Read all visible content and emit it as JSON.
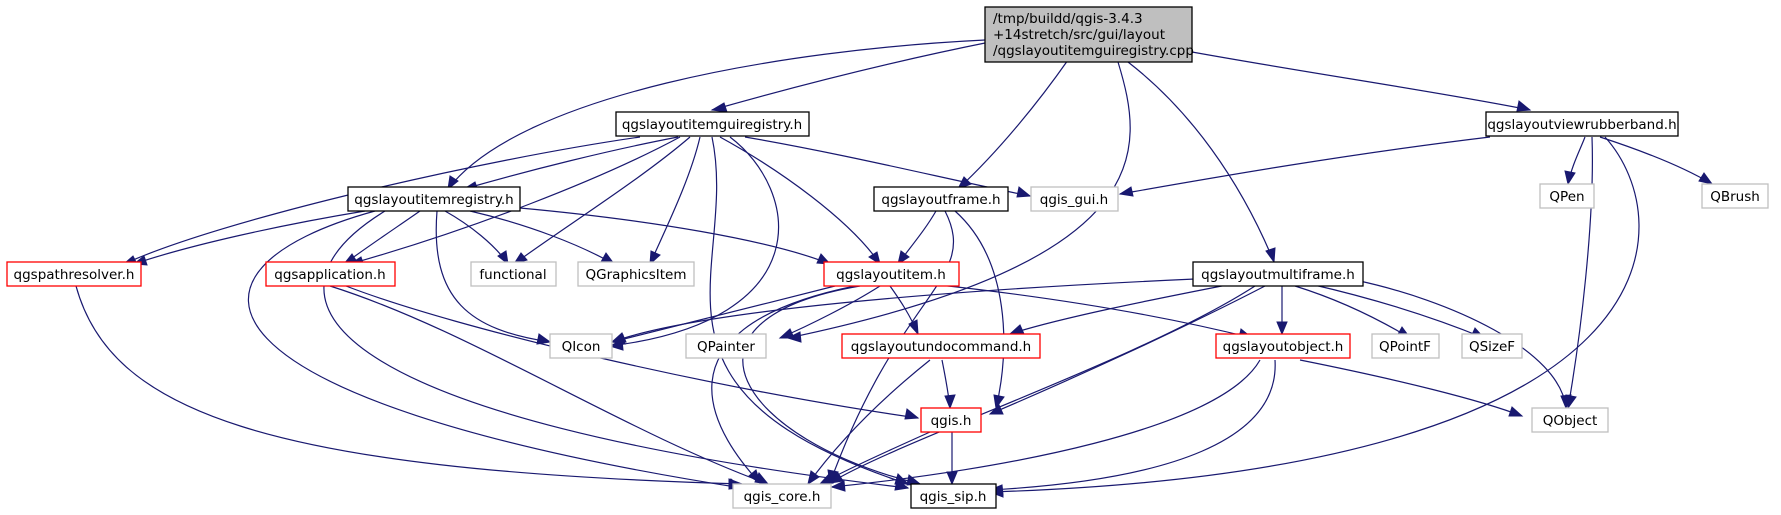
{
  "colors": {
    "edge": "#191970",
    "root_fill": "#bfbfbf",
    "documented_border": "#000000",
    "has_children_border": "#ff0000",
    "external_border": "#bfbfbf"
  },
  "root": {
    "lines": [
      "/tmp/buildd/qgis-3.4.3",
      "+14stretch/src/gui/layout",
      "/qgslayoutitemguiregistry.cpp"
    ]
  },
  "nodes": {
    "n_guireg_h": "qgslayoutitemguiregistry.h",
    "n_rubberband": "qgslayoutviewrubberband.h",
    "n_itemreg": "qgslayoutitemregistry.h",
    "n_frame": "qgslayoutframe.h",
    "n_gui": "qgis_gui.h",
    "n_qpen": "QPen",
    "n_qbrush": "QBrush",
    "n_pathres": "qgspathresolver.h",
    "n_app": "qgsapplication.h",
    "n_functional": "functional",
    "n_qgitem": "QGraphicsItem",
    "n_item": "qgslayoutitem.h",
    "n_multiframe": "qgslayoutmultiframe.h",
    "n_qicon": "QIcon",
    "n_qpainter": "QPainter",
    "n_undo": "qgslayoutundocommand.h",
    "n_object": "qgslayoutobject.h",
    "n_qpointf": "QPointF",
    "n_qsizef": "QSizeF",
    "n_qgis": "qgis.h",
    "n_qobject": "QObject",
    "n_core": "qgis_core.h",
    "n_sip": "qgis_sip.h"
  }
}
